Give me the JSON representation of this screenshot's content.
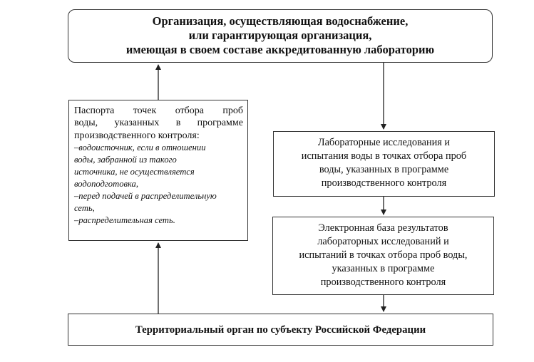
{
  "diagram": {
    "top_box": {
      "lines": [
        "Организация, осуществляющая водоснабжение,",
        "или гарантирующая организация,",
        "имеющая в своем составе аккредитованную лабораторию"
      ]
    },
    "passport_box": {
      "heading_lines": [
        "Паспорта точек отбора проб",
        "воды, указанных в программе",
        "производственного контроля:"
      ],
      "item_lines": [
        "–водоисточник, если в отношении",
        "воды, забранной из такого",
        "источника, не осуществляется",
        "водоподготовка,",
        "–перед подачей в распределительную",
        "сеть,",
        "–распределительная сеть."
      ]
    },
    "lab_box": {
      "lines": [
        "Лабораторные исследования и",
        "испытания воды в точках отбора проб",
        "воды, указанных в программе",
        "производственного контроля"
      ]
    },
    "database_box": {
      "lines": [
        "Электронная база результатов",
        "лабораторных исследований и",
        "испытаний в точках отбора проб воды,",
        "указанных в программе",
        "производственного контроля"
      ]
    },
    "bottom_box": {
      "text": "Территориальный орган по субъекту Российской Федерации"
    }
  }
}
